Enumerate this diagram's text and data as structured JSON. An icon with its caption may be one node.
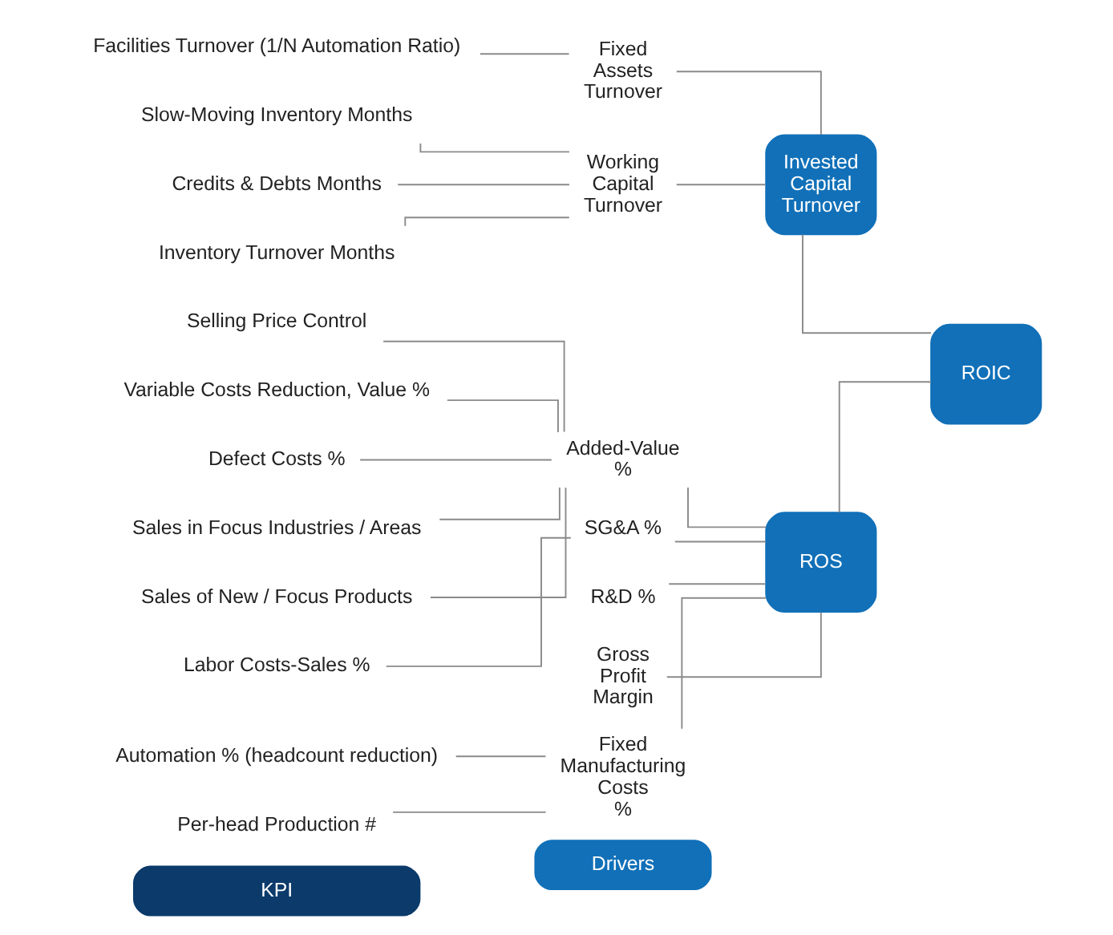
{
  "diagram": {
    "nodes": [
      {
        "text": [
          "KPI"
        ]
      },
      {
        "text": [
          "Drivers"
        ]
      },
      {
        "text": [
          "Sales in Focus Industries / Areas"
        ]
      },
      {
        "text": [
          "Sales of New / Focus Products"
        ]
      },
      {
        "text": [
          "Selling Price Control"
        ]
      },
      {
        "text": [
          "Variable Costs Reduction, Value %"
        ]
      },
      {
        "text": [
          "Defect Costs %"
        ]
      },
      {
        "text": [
          "Gross Profit Margin"
        ]
      },
      {
        "text": [
          "Added-Value %"
        ]
      },
      {
        "text": [
          "Per-head Production #"
        ]
      },
      {
        "text": [
          "Automation % (headcount reduction)"
        ]
      },
      {
        "text": [
          "Fixed Manufacturing Costs %"
        ]
      },
      {
        "text": [
          "ROS"
        ]
      },
      {
        "text": [
          "Labor Costs-Sales %"
        ]
      },
      {
        "text": [
          "SG&A %"
        ]
      },
      {
        "text": [
          "ROIC"
        ]
      },
      {
        "text": [
          "R&D %"
        ]
      },
      {
        "text": [
          "Inventory Turnover Months"
        ]
      },
      {
        "text": [
          "Slow-Moving Inventory Months"
        ]
      },
      {
        "text": [
          "Credits & Debts Months"
        ]
      },
      {
        "text": [
          "Working Capital Turnover"
        ]
      },
      {
        "text": [
          "Invested Capital Turnover"
        ]
      },
      {
        "text": [
          "Facilities Turnover (1/N Automation Ratio)"
        ]
      },
      {
        "text": [
          "Fixed Assets Turnover"
        ]
      }
    ],
    "edges": [
      {
        "from": 2,
        "to": 8,
        "arrow": "none"
      },
      {
        "from": 3,
        "to": 8,
        "arrow": "none"
      },
      {
        "from": 4,
        "to": 8,
        "arrow": "none"
      },
      {
        "from": 5,
        "to": 8,
        "arrow": "none"
      },
      {
        "from": 6,
        "to": 8,
        "arrow": "none"
      },
      {
        "from": 9,
        "to": 11,
        "arrow": "none"
      },
      {
        "from": 10,
        "to": 11,
        "arrow": "none"
      },
      {
        "from": 13,
        "to": 14,
        "arrow": "none"
      },
      {
        "from": 17,
        "to": 20,
        "arrow": "none"
      },
      {
        "from": 18,
        "to": 20,
        "arrow": "none"
      },
      {
        "from": 19,
        "to": 20,
        "arrow": "none"
      },
      {
        "from": 22,
        "to": 23,
        "arrow": "none"
      },
      {
        "from": 7,
        "to": 12,
        "arrow": "none"
      },
      {
        "from": 8,
        "to": 12,
        "arrow": "none"
      },
      {
        "from": 11,
        "to": 12,
        "arrow": "none"
      },
      {
        "from": 14,
        "to": 12,
        "arrow": "none"
      },
      {
        "from": 16,
        "to": 12,
        "arrow": "none"
      },
      {
        "from": 20,
        "to": 21,
        "arrow": "none"
      },
      {
        "from": 23,
        "to": 21,
        "arrow": "none"
      },
      {
        "from": 12,
        "to": 15,
        "arrow": "none"
      },
      {
        "from": 21,
        "to": 15,
        "arrow": "none"
      }
    ]
  }
}
